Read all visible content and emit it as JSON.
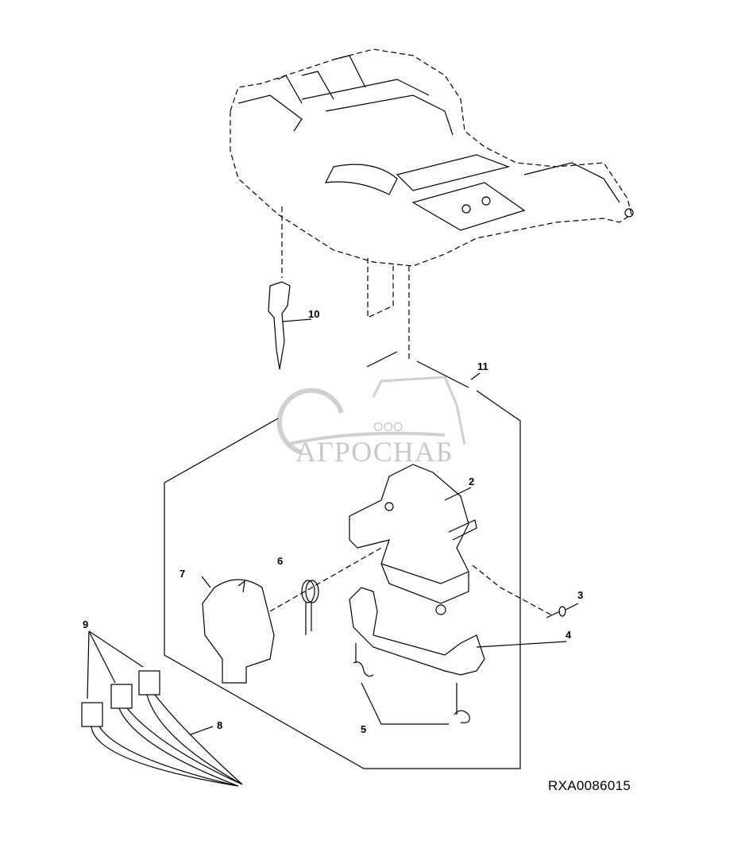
{
  "diagram": {
    "drawing_code": "RXA0086015",
    "watermark": {
      "prefix": "ООО",
      "name": "АГРОСНАБ"
    },
    "callouts": [
      {
        "id": "10",
        "part": "lever"
      },
      {
        "id": "11",
        "part": "switch-assembly"
      },
      {
        "id": "2",
        "part": "housing"
      },
      {
        "id": "6",
        "part": "spring-clip"
      },
      {
        "id": "7",
        "part": "cover"
      },
      {
        "id": "3",
        "part": "screw"
      },
      {
        "id": "4",
        "part": "bracket"
      },
      {
        "id": "9",
        "part": "connectors"
      },
      {
        "id": "8",
        "part": "wiring-harness"
      },
      {
        "id": "5",
        "part": "springs"
      }
    ]
  }
}
